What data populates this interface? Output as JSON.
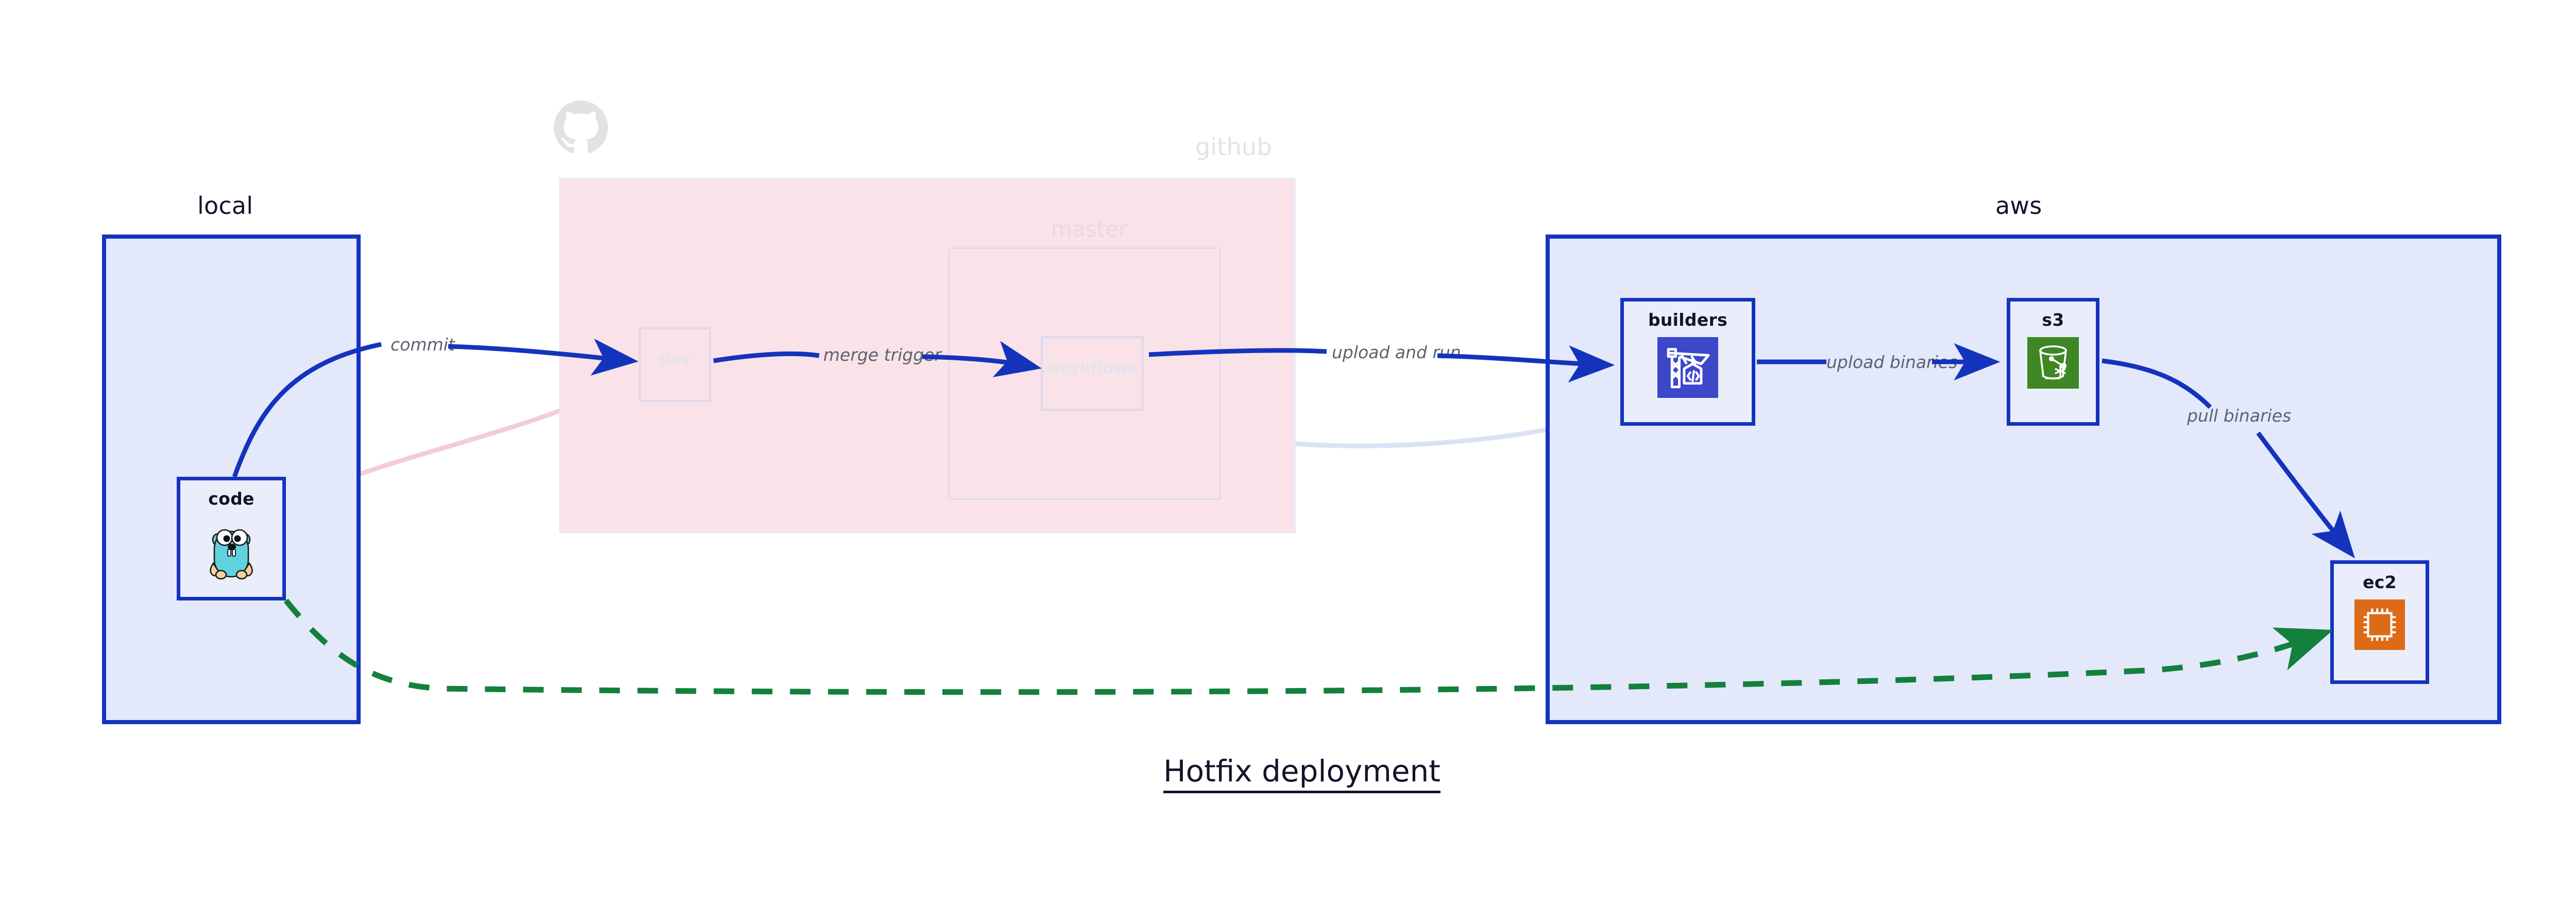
{
  "diagram": {
    "title": "Hotfix deployment",
    "background": "#ffffff",
    "accent_blue": "#1433bd",
    "region_fill_blue": "#e3e8fb",
    "region_fill_pink": "#f9e3e8",
    "hotfix_green": "#13803c",
    "label_gray": "#5c6270"
  },
  "regions": [
    {
      "id": "local",
      "label": "local",
      "state": "active"
    },
    {
      "id": "github",
      "label": "github",
      "state": "faded",
      "subregion": {
        "id": "master",
        "label": "master"
      }
    },
    {
      "id": "aws",
      "label": "aws",
      "state": "active"
    }
  ],
  "nodes": [
    {
      "id": "code",
      "label": "code",
      "icon": "go-gopher-icon",
      "region": "local",
      "state": "active"
    },
    {
      "id": "dev",
      "label": "dev",
      "icon": "none",
      "region": "github",
      "state": "faded"
    },
    {
      "id": "workflows",
      "label": "workflows",
      "icon": "none",
      "region": "github",
      "state": "faded"
    },
    {
      "id": "builders",
      "label": "builders",
      "icon": "aws-codebuild-icon",
      "region": "aws",
      "state": "active"
    },
    {
      "id": "s3",
      "label": "s3",
      "icon": "aws-s3-glacier-icon",
      "region": "aws",
      "state": "active"
    },
    {
      "id": "ec2",
      "label": "ec2",
      "icon": "aws-ec2-chip-icon",
      "region": "aws",
      "state": "active"
    }
  ],
  "edges": [
    {
      "id": "commit",
      "from": "code",
      "to": "dev",
      "label": "commit",
      "style": "solid",
      "color": "#1433bd"
    },
    {
      "id": "merge-trigger",
      "from": "dev",
      "to": "workflows",
      "label": "merge trigger",
      "style": "solid",
      "color": "#1433bd"
    },
    {
      "id": "upload-and-run",
      "from": "workflows",
      "to": "builders",
      "label": "upload and run",
      "style": "solid",
      "color": "#1433bd"
    },
    {
      "id": "upload-binaries",
      "from": "builders",
      "to": "s3",
      "label": "upload binaries",
      "style": "solid",
      "color": "#1433bd"
    },
    {
      "id": "pull-binaries",
      "from": "s3",
      "to": "ec2",
      "label": "pull binaries",
      "style": "solid",
      "color": "#1433bd"
    },
    {
      "id": "hotfix",
      "from": "code",
      "to": "ec2",
      "label": "",
      "style": "dashed",
      "color": "#13803c"
    }
  ],
  "ghost_edges": [
    {
      "id": "ghost-code-dev",
      "from": "code",
      "to": "dev",
      "color": "#f5d7dd"
    },
    {
      "id": "ghost-dev-workflows",
      "from": "dev",
      "to": "workflows",
      "color": "#e0dcee"
    },
    {
      "id": "ghost-workflows-builders",
      "from": "workflows",
      "to": "builders",
      "color": "#dfe4f6"
    }
  ]
}
